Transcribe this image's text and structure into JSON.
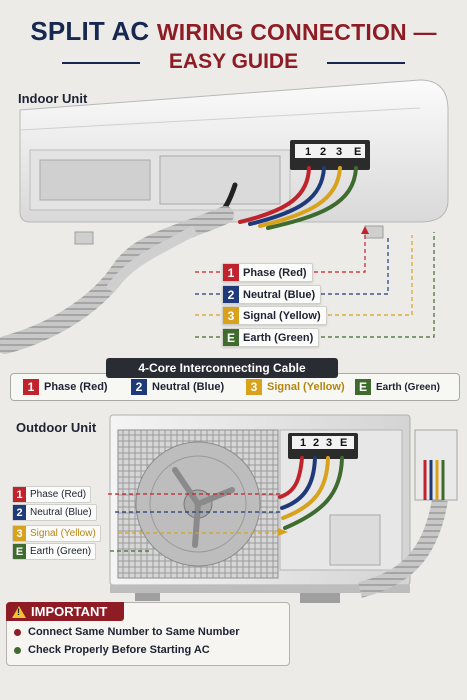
{
  "title": {
    "line1_part1": "SPLIT AC",
    "line1_part2": "WIRING CONNECTION —",
    "line2": "EASY GUIDE"
  },
  "indoor": {
    "label": "Indoor Unit",
    "terminal_numbers": [
      "1",
      "2",
      "3",
      "E"
    ],
    "wires": [
      {
        "num": "1",
        "label": "Phase (Red)",
        "color": "#c0232b"
      },
      {
        "num": "2",
        "label": "Neutral (Blue)",
        "color": "#1f3a7a"
      },
      {
        "num": "3",
        "label": "Signal (Yellow)",
        "color": "#d8a21d"
      },
      {
        "num": "E",
        "label": "Earth (Green)",
        "color": "#3f6b2e"
      }
    ]
  },
  "cable": {
    "title": "4-Core Interconnecting Cable",
    "legend": [
      {
        "num": "1",
        "label": "Phase (Red)",
        "color": "#c0232b"
      },
      {
        "num": "2",
        "label": "Neutral (Blue)",
        "color": "#1f3a7a"
      },
      {
        "num": "3",
        "label": "Signal (Yellow)",
        "color": "#d8a21d"
      },
      {
        "num": "E",
        "label": "Earth (Green)",
        "color": "#3f6b2e"
      }
    ]
  },
  "outdoor": {
    "label": "Outdoor Unit",
    "terminal_numbers": [
      "1",
      "2",
      "3",
      "E"
    ],
    "wires": [
      {
        "num": "1",
        "label": "Phase (Red)",
        "color": "#c0232b"
      },
      {
        "num": "2",
        "label": "Neutral (Blue)",
        "color": "#1f3a7a"
      },
      {
        "num": "3",
        "label": "Signal (Yellow)",
        "color": "#d8a21d"
      },
      {
        "num": "E",
        "label": "Earth (Green)",
        "color": "#3f6b2e"
      }
    ]
  },
  "important": {
    "heading": "IMPORTANT",
    "icon": "warning-triangle-icon",
    "notes": [
      {
        "text": "Connect Same Number to Same Number",
        "color": "#8e1c24"
      },
      {
        "text": "Check Properly Before Starting AC",
        "color": "#3f6b2e"
      }
    ]
  }
}
